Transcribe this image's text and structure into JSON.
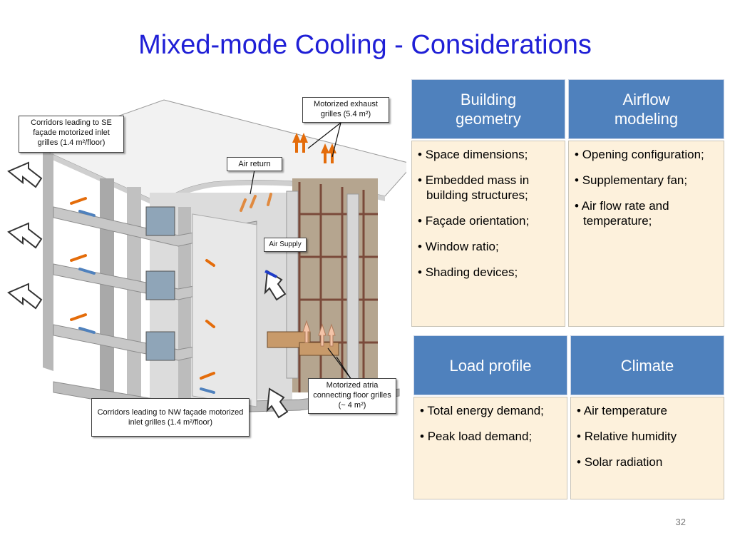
{
  "title": "Mixed-mode Cooling - Considerations",
  "page_number": "32",
  "callouts": {
    "se_corridors": "Corridors leading to  SE façade motorized inlet grilles (1.4 m²/floor)",
    "exhaust": "Motorized exhaust grilles (5.4 m²)",
    "air_return": "Air return",
    "air_supply": "Air Supply",
    "atria": "Motorized atria connecting floor grilles (~ 4 m²)",
    "nw_corridors": "Corridors leading to  NW façade motorized inlet grilles (1.4 m²/floor)"
  },
  "cards": [
    {
      "heading": "Building geometry",
      "items": [
        "Space dimensions;",
        "Embedded mass in building  structures;",
        "Façade orientation;",
        "Window ratio;",
        "Shading devices;"
      ]
    },
    {
      "heading": "Airflow modeling",
      "items": [
        "Opening configuration;",
        "Supplementary fan;",
        "Air flow rate and temperature;"
      ]
    },
    {
      "heading": "Load profile",
      "items": [
        "Total energy demand;",
        "Peak load demand;"
      ]
    },
    {
      "heading": "Climate",
      "items": [
        "Air temperature",
        "Relative humidity",
        "Solar radiation"
      ]
    }
  ],
  "colors": {
    "title": "#1f1fd6",
    "card_head": "#4f81bd",
    "card_body": "#fdf1dc",
    "arrow_warm": "#e46c0a",
    "arrow_cool": "#4f81bd"
  }
}
